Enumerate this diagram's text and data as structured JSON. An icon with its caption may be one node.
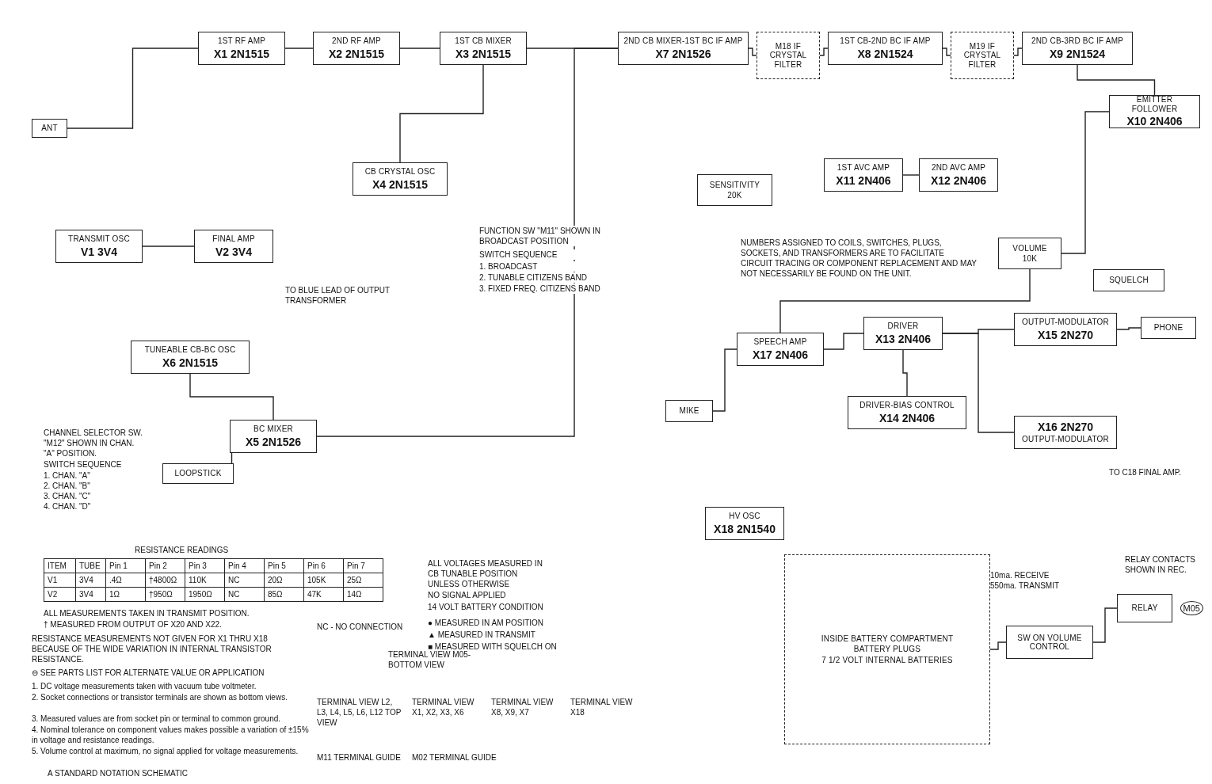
{
  "diagram": {
    "nodes": [
      {
        "text": [
          "1ST RF AMP",
          "X1 2N1515"
        ]
      },
      {
        "text": [
          "2ND RF AMP",
          "X2 2N1515"
        ]
      },
      {
        "text": [
          "1ST CB MIXER",
          "X3 2N1515"
        ]
      },
      {
        "text": [
          "CB CRYSTAL OSC",
          "X4 2N1515"
        ]
      },
      {
        "text": [
          "TRANSMIT OSC",
          "V1 3V4"
        ]
      },
      {
        "text": [
          "FINAL AMP",
          "V2 3V4"
        ]
      },
      {
        "text": [
          "TUNEABLE CB-BC OSC",
          "X6 2N1515"
        ]
      },
      {
        "text": [
          "BC MIXER",
          "X5 2N1526"
        ]
      },
      {
        "text": [
          "2ND CB MIXER-1ST BC IF AMP",
          "X7 2N1526"
        ]
      },
      {
        "text": [
          "M18 IF CRYSTAL FILTER"
        ]
      },
      {
        "text": [
          "1ST CB-2ND BC IF AMP",
          "X8 2N1524"
        ]
      },
      {
        "text": [
          "M19 IF CRYSTAL FILTER"
        ]
      },
      {
        "text": [
          "2ND CB-3RD BC IF AMP",
          "X9 2N1524"
        ]
      },
      {
        "text": [
          "EMITTER FOLLOWER",
          "X10 2N406"
        ]
      },
      {
        "text": [
          "1ST AVC AMP",
          "X11 2N406"
        ]
      },
      {
        "text": [
          "2ND AVC AMP",
          "X12 2N406"
        ]
      },
      {
        "text": [
          "SPEECH AMP",
          "X17 2N406"
        ]
      },
      {
        "text": [
          "DRIVER",
          "X13 2N406"
        ]
      },
      {
        "text": [
          "DRIVER-BIAS CONTROL",
          "X14 2N406"
        ]
      },
      {
        "text": [
          "OUTPUT-MODULATOR",
          "X15 2N270"
        ]
      },
      {
        "text": [
          "X16 2N270",
          "OUTPUT-MODULATOR"
        ]
      },
      {
        "text": [
          "HV OSC",
          "X18 2N1540"
        ]
      },
      {
        "text": [
          "INSIDE BATTERY COMPARTMENT",
          "BATTERY PLUGS",
          "7 1/2 VOLT INTERNAL BATTERIES"
        ]
      },
      {
        "text": [
          "RELAY"
        ],
        "beside": [
          "M05"
        ]
      },
      {
        "text": [
          "PHONE"
        ]
      },
      {
        "text": [
          "MIKE"
        ]
      },
      {
        "text": [
          "ANT"
        ]
      },
      {
        "text": [
          "SENSITIVITY",
          "20K"
        ]
      },
      {
        "text": [
          "VOLUME",
          "10K"
        ]
      },
      {
        "text": [
          "SQUELCH"
        ]
      },
      {
        "text": [
          "SW ON VOLUME CONTROL"
        ]
      },
      {
        "text": [
          "LOOPSTICK"
        ]
      }
    ],
    "edges": [
      {
        "from": 26,
        "to": 0,
        "arrow": "none"
      },
      {
        "from": 0,
        "to": 1,
        "arrow": "none"
      },
      {
        "from": 1,
        "to": 2,
        "arrow": "none"
      },
      {
        "from": 3,
        "to": 2,
        "arrow": "none"
      },
      {
        "from": 2,
        "to": 8,
        "arrow": "none"
      },
      {
        "from": 8,
        "to": 9,
        "arrow": "none"
      },
      {
        "from": 9,
        "to": 10,
        "arrow": "none"
      },
      {
        "from": 10,
        "to": 11,
        "arrow": "none"
      },
      {
        "from": 11,
        "to": 12,
        "arrow": "none"
      },
      {
        "from": 12,
        "to": 13,
        "arrow": "none"
      },
      {
        "from": 6,
        "to": 7,
        "arrow": "none"
      },
      {
        "from": 31,
        "to": 7,
        "arrow": "none"
      },
      {
        "from": 7,
        "to": 8,
        "arrow": "none"
      },
      {
        "from": 4,
        "to": 5,
        "arrow": "none"
      },
      {
        "from": 14,
        "to": 15,
        "arrow": "none"
      },
      {
        "from": 13,
        "to": 28,
        "arrow": "none"
      },
      {
        "from": 28,
        "to": 16,
        "arrow": "none"
      },
      {
        "from": 25,
        "to": 16,
        "arrow": "none"
      },
      {
        "from": 16,
        "to": 17,
        "arrow": "none"
      },
      {
        "from": 18,
        "to": 17,
        "arrow": "none"
      },
      {
        "from": 17,
        "to": 19,
        "arrow": "none"
      },
      {
        "from": 17,
        "to": 20,
        "arrow": "none"
      },
      {
        "from": 19,
        "to": 24,
        "arrow": "none"
      },
      {
        "from": 22,
        "to": 30,
        "arrow": "none"
      },
      {
        "from": 30,
        "to": 23,
        "arrow": "none"
      }
    ],
    "labels": [
      "FUNCTION SW \"M11\" SHOWN IN BROADCAST POSITION",
      "SWITCH SEQUENCE",
      "1. BROADCAST",
      "2. TUNABLE CITIZENS BAND",
      "3. FIXED FREQ. CITIZENS BAND",
      "NUMBERS ASSIGNED TO COILS, SWITCHES, PLUGS, SOCKETS, AND TRANSFORMERS ARE TO FACILITATE CIRCUIT TRACING OR COMPONENT REPLACEMENT AND MAY NOT NECESSARILY BE FOUND ON THE UNIT.",
      "CHANNEL SELECTOR SW. \"M12\" SHOWN IN CHAN. \"A\" POSITION.",
      "SWITCH SEQUENCE",
      "1. CHAN. \"A\"",
      "2. CHAN. \"B\"",
      "3. CHAN. \"C\"",
      "4. CHAN. \"D\"",
      "RESISTANCE READINGS",
      "ITEM",
      "TUBE",
      "Pin 1",
      "Pin 2",
      "Pin 3",
      "Pin 4",
      "Pin 5",
      "Pin 6",
      "Pin 7",
      "V1",
      "3V4",
      ".4Ω",
      "†4800Ω",
      "110K",
      "NC",
      "20Ω",
      "105K",
      "25Ω",
      "V2",
      "3V4",
      "1Ω",
      "†950Ω",
      "1950Ω",
      "NC",
      "85Ω",
      "47K",
      "14Ω",
      "ALL MEASUREMENTS TAKEN IN TRANSMIT POSITION.",
      "† MEASURED FROM OUTPUT OF X20 AND X22.",
      "NC - NO CONNECTION",
      "ALL VOLTAGES MEASURED IN CB TUNABLE POSITION UNLESS OTHERWISE SPECIFIED",
      "NO SIGNAL APPLIED",
      "14 VOLT BATTERY CONDITION",
      "● MEASURED IN AM POSITION",
      "▲ MEASURED IN TRANSMIT",
      "■ MEASURED WITH SQUELCH ON",
      "RESISTANCE MEASUREMENTS NOT GIVEN FOR X1 THRU X18 BECAUSE OF THE WIDE VARIATION IN INTERNAL TRANSISTOR RESISTANCE.",
      "⊖ SEE PARTS LIST FOR ALTERNATE VALUE OR APPLICATION",
      "1. DC voltage measurements taken with vacuum tube voltmeter.",
      "2. Socket connections or transistor terminals are shown as bottom views.",
      "3. Measured values are from socket pin or terminal to common ground.",
      "4. Nominal tolerance on component values makes possible a variation of ±15% in voltage and resistance readings.",
      "5. Volume control at maximum, no signal applied for voltage measurements.",
      "A STANDARD NOTATION SCHEMATIC",
      "M11 TERMINAL GUIDE",
      "M02 TERMINAL GUIDE",
      "TERMINAL VIEW M05-BOTTOM VIEW",
      "TERMINAL VIEW L2, L3, L4, L5, L6, L12 TOP VIEW",
      "TERMINAL VIEW X1, X2, X3, X6",
      "TERMINAL VIEW X8, X9, X7",
      "TERMINAL VIEW X18",
      "RELAY CONTACTS SHOWN IN REC.",
      "10ma. RECEIVE 550ma. TRANSMIT",
      "TO BLUE LEAD OF OUTPUT TRANSFORMER",
      "TO C18 FINAL AMP."
    ]
  }
}
